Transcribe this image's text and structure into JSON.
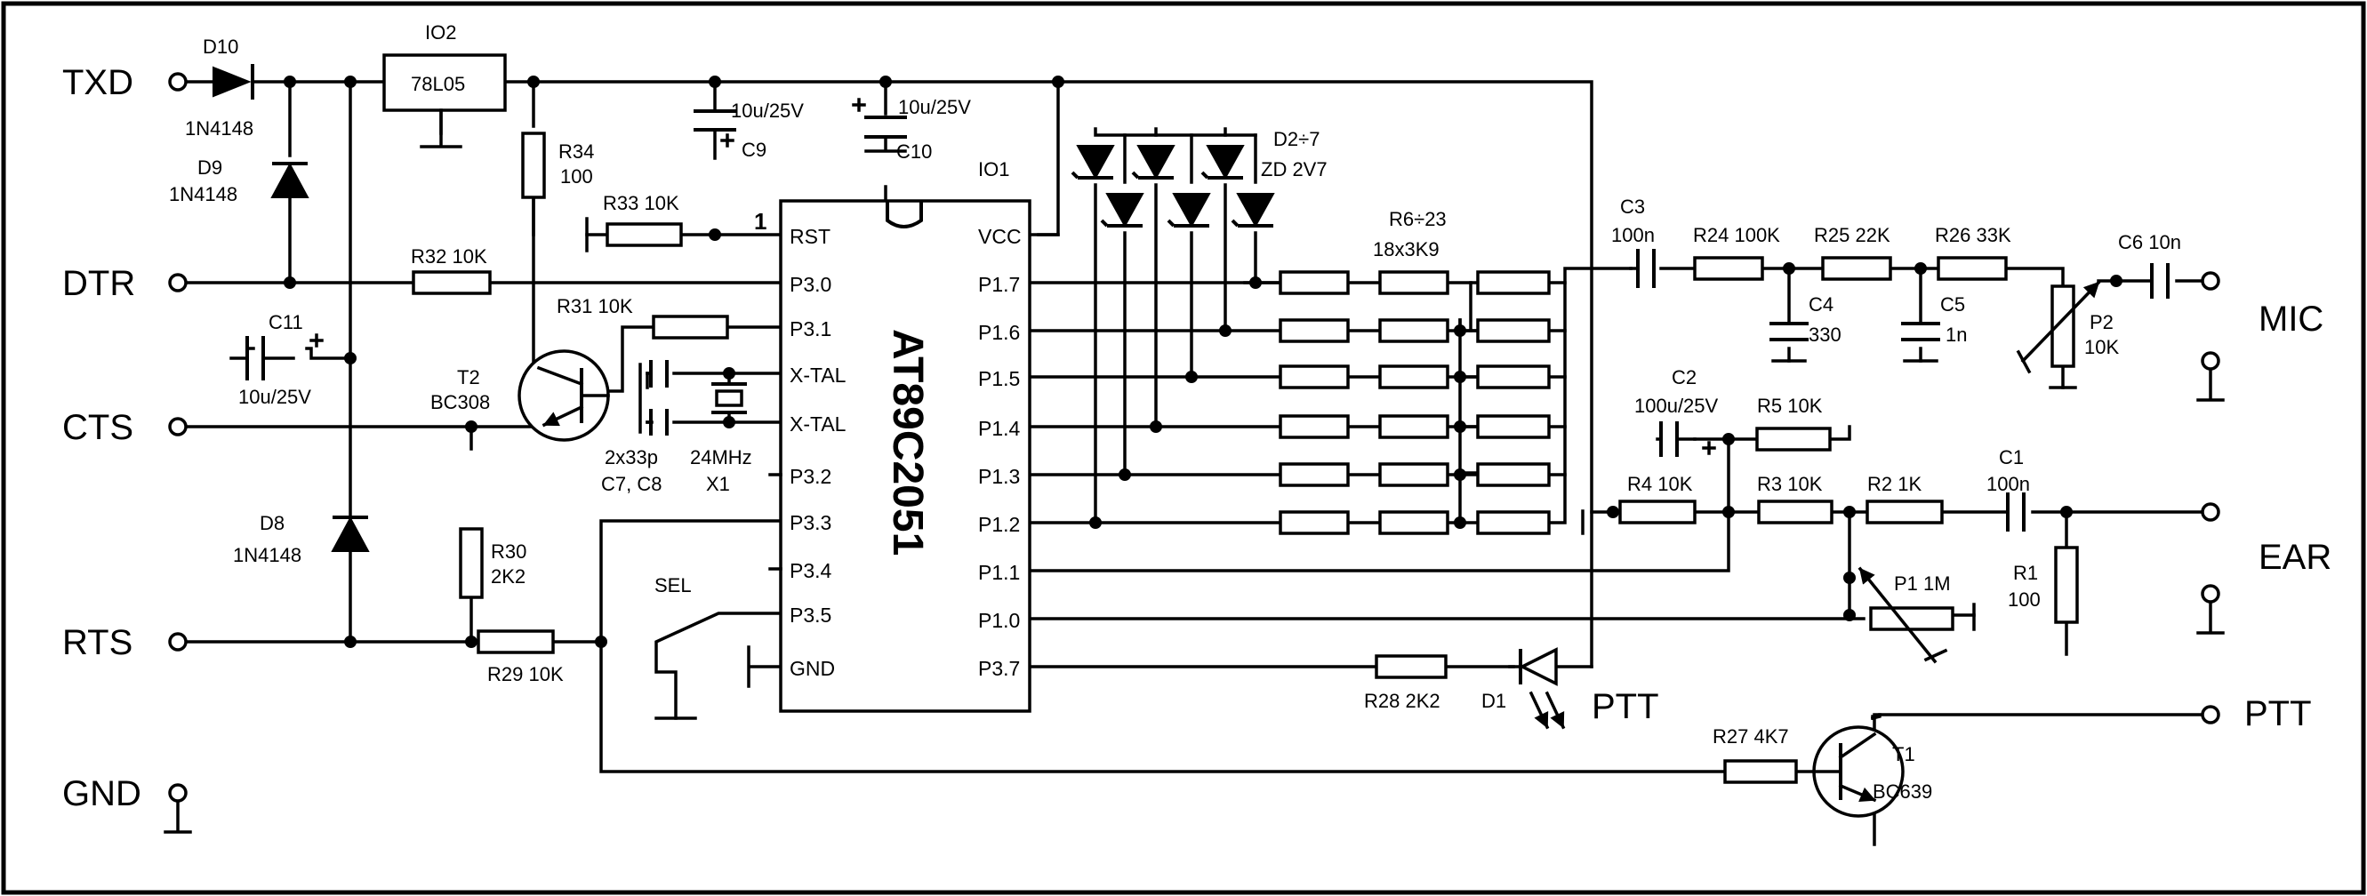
{
  "connectors": {
    "left": [
      "TXD",
      "DTR",
      "CTS",
      "RTS",
      "GND"
    ],
    "right": [
      "MIC",
      "EAR",
      "PTT"
    ]
  },
  "ptt_led": "PTT",
  "ic_main": {
    "ref": "IO1",
    "part": "AT89C2051",
    "pin_one": "1",
    "left_pins": [
      "RST",
      "P3.0",
      "P3.1",
      "X-TAL",
      "X-TAL",
      "P3.2",
      "P3.3",
      "P3.4",
      "P3.5",
      "GND"
    ],
    "right_pins": [
      "VCC",
      "P1.7",
      "P1.6",
      "P1.5",
      "P1.4",
      "P1.3",
      "P1.2",
      "P1.1",
      "P1.0",
      "P3.7"
    ]
  },
  "components": {
    "d10": {
      "ref": "D10",
      "value": "1N4148"
    },
    "d9": {
      "ref": "D9",
      "value": "1N4148"
    },
    "d8": {
      "ref": "D8",
      "value": "1N4148"
    },
    "io2": {
      "ref": "IO2",
      "value": "78L05"
    },
    "r34": {
      "ref": "R34",
      "value": "100"
    },
    "c9": {
      "ref": "C9",
      "value": "10u/25V"
    },
    "c10": {
      "ref": "C10",
      "value": "10u/25V"
    },
    "r33": "R33 10K",
    "r32": "R32 10K",
    "r31": "R31 10K",
    "c11": {
      "ref": "C11",
      "value": "10u/25V"
    },
    "t2": {
      "ref": "T2",
      "value": "BC308"
    },
    "xtal_caps": {
      "value": "2x33p",
      "refs": "C7, C8"
    },
    "x1": {
      "value": "24MHz",
      "ref": "X1"
    },
    "r30": {
      "ref": "R30",
      "value": "2K2"
    },
    "r29": "R29 10K",
    "sel": "SEL",
    "d27": {
      "ref": "D2÷7",
      "value": "ZD 2V7"
    },
    "r623": {
      "ref": "R6÷23",
      "value": "18x3K9"
    },
    "c3": {
      "ref": "C3",
      "value": "100n"
    },
    "r24": "R24 100K",
    "r25": "R25 22K",
    "r26": "R26 33K",
    "c6": "C6 10n",
    "c4": {
      "ref": "C4",
      "value": "330"
    },
    "c5": {
      "ref": "C5",
      "value": "1n"
    },
    "p2": {
      "ref": "P2",
      "value": "10K"
    },
    "c2": {
      "ref": "C2",
      "value": "100u/25V"
    },
    "r5": "R5 10K",
    "r4": "R4 10K",
    "r3": "R3 10K",
    "r2": "R2 1K",
    "c1": {
      "ref": "C1",
      "value": "100n"
    },
    "r1": {
      "ref": "R1",
      "value": "100"
    },
    "p1": "P1 1M",
    "r28": "R28 2K2",
    "d1": "D1",
    "r27": "R27 4K7",
    "t1": {
      "ref": "T1",
      "value": "BC639"
    }
  }
}
